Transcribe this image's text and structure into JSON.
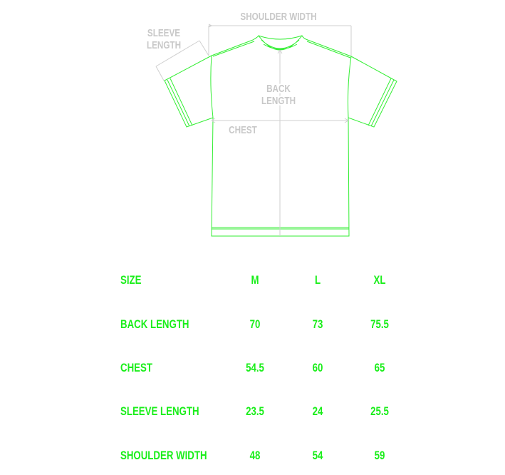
{
  "diagram": {
    "labels": {
      "shoulder_width": "SHOULDER WIDTH",
      "sleeve_length_1": "SLEEVE",
      "sleeve_length_2": "LENGTH",
      "back_length_1": "BACK",
      "back_length_2": "LENGTH",
      "chest": "CHEST"
    },
    "colors": {
      "outline": "#33ee33",
      "dimension": "#c8c8c8",
      "text": "#1aee1a"
    }
  },
  "table": {
    "header": {
      "label": "SIZE",
      "sizes": [
        "M",
        "L",
        "XL"
      ]
    },
    "rows": [
      {
        "label": "BACK LENGTH",
        "values": [
          "70",
          "73",
          "75.5"
        ]
      },
      {
        "label": "CHEST",
        "values": [
          "54.5",
          "60",
          "65"
        ]
      },
      {
        "label": "SLEEVE LENGTH",
        "values": [
          "23.5",
          "24",
          "25.5"
        ]
      },
      {
        "label": "SHOULDER WIDTH",
        "values": [
          "48",
          "54",
          "59"
        ]
      }
    ]
  }
}
